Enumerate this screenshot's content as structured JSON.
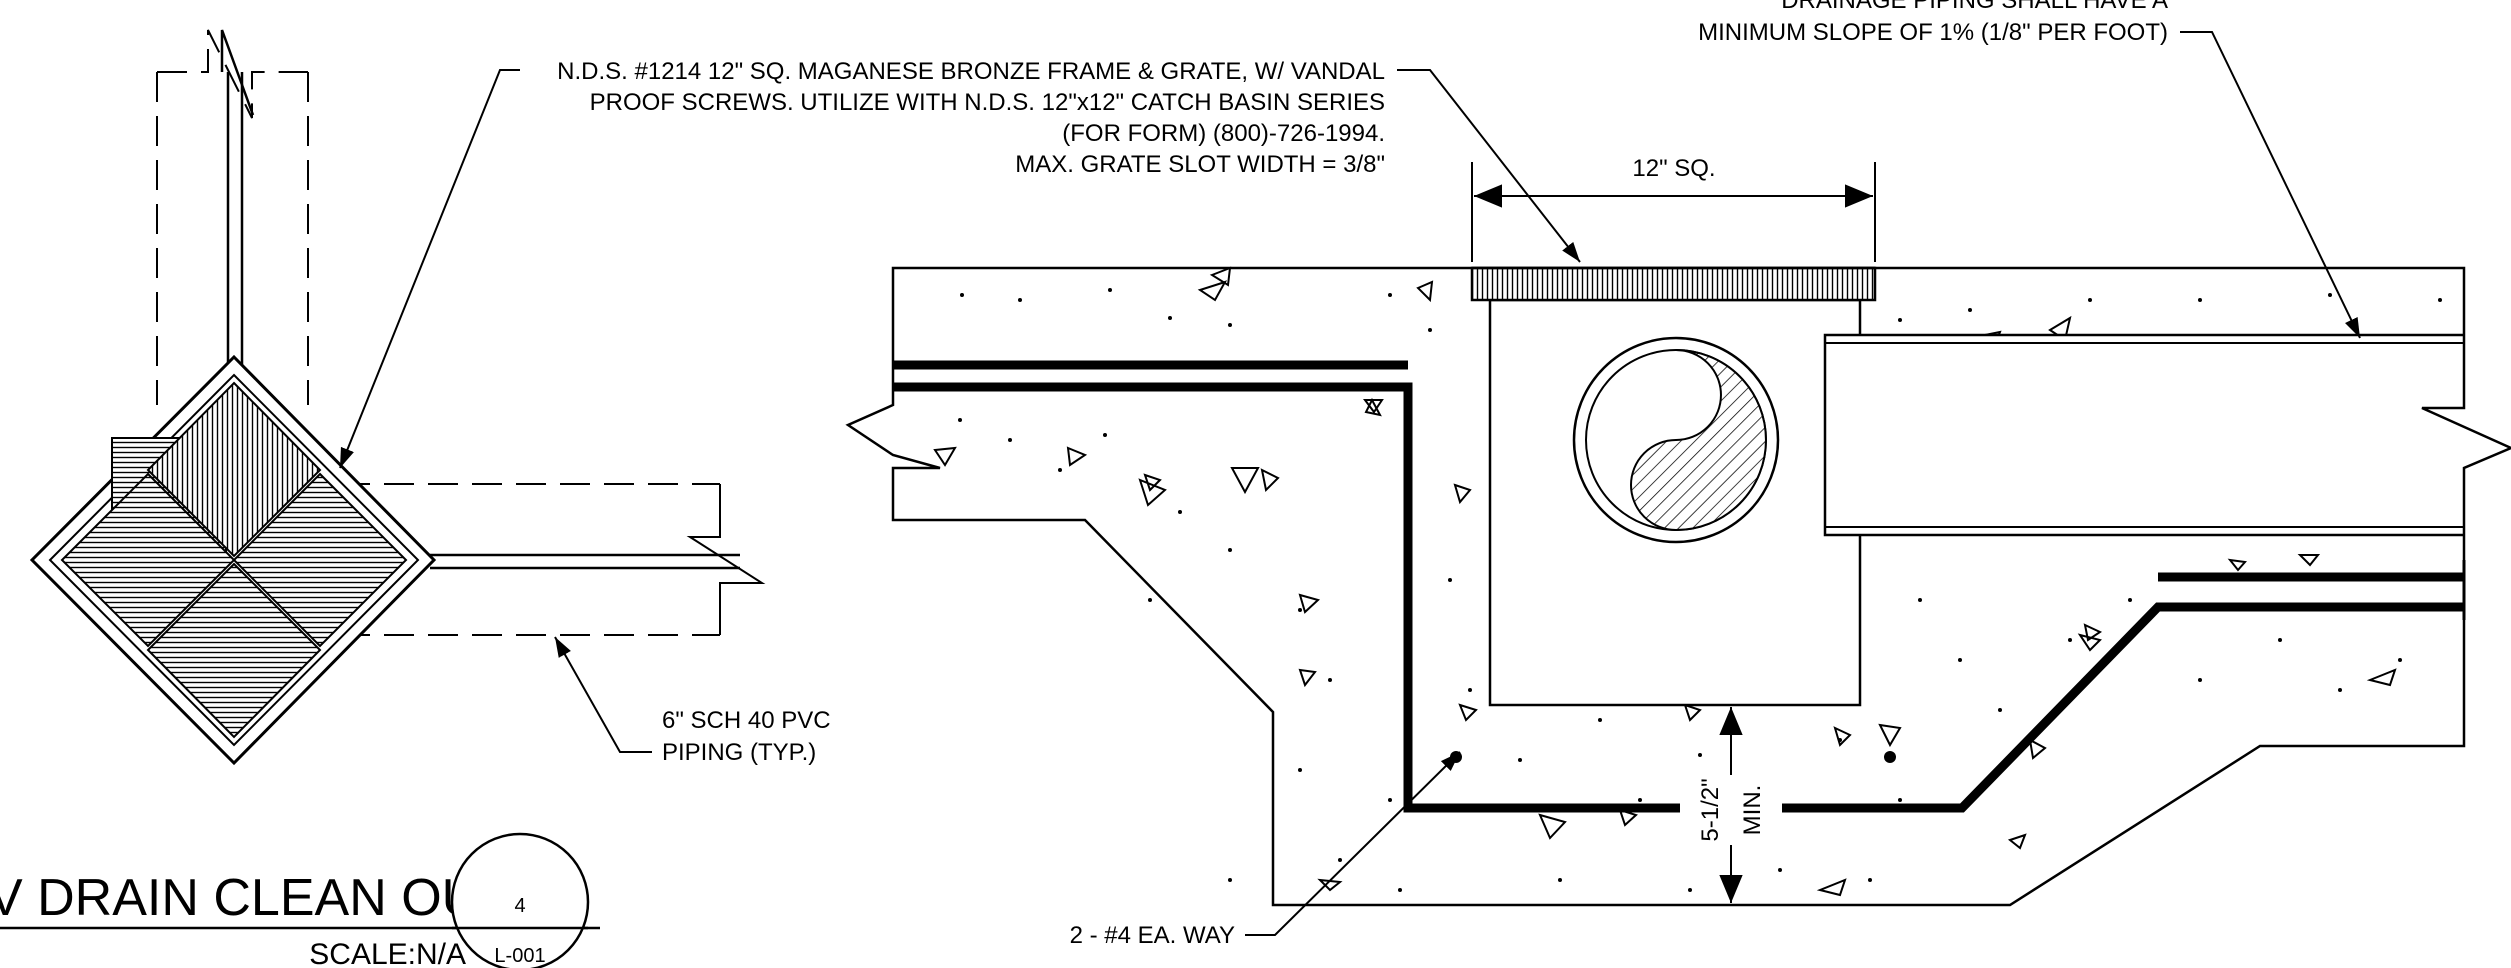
{
  "notes": {
    "frame_grate": [
      "N.D.S. #1214 12\" SQ. MAGANESE BRONZE FRAME & GRATE, W/ VANDAL",
      "PROOF SCREWS. UTILIZE WITH N.D.S. 12\"x12\" CATCH BASIN SERIES",
      "(FOR FORM) (800)-726-1994.",
      "MAX. GRATE SLOT WIDTH = 3/8\""
    ],
    "slope": [
      "DRAINAGE PIPING SHALL HAVE A",
      "MINIMUM SLOPE OF 1% (1/8\" PER FOOT)"
    ],
    "pvc": [
      "6\" SCH 40 PVC",
      "PIPING (TYP.)"
    ],
    "rebar": "2 - #4 EA. WAY"
  },
  "dimensions": {
    "width": "12\" SQ.",
    "depth": "5-1/2\"",
    "depth_min": "MIN."
  },
  "title_block": {
    "title": "V DRAIN CLEAN OUT",
    "scale": "SCALE:N/A",
    "detail_number": "4",
    "sheet": "L-001"
  }
}
